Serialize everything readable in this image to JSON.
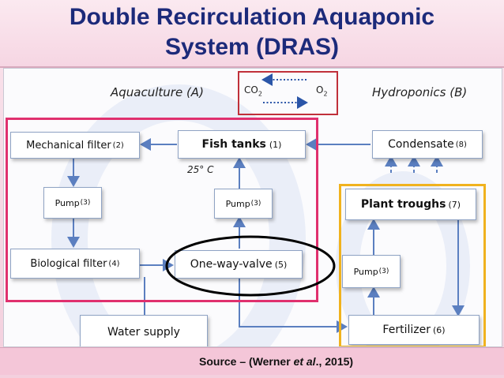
{
  "title": {
    "line1": "Double Recirculation Aquaponic",
    "line2": "System (DRAS)"
  },
  "sections": {
    "aquaculture": "Aquaculture (A)",
    "hydroponics": "Hydroponics (B)"
  },
  "gas_exchange": {
    "left_gas": "CO",
    "left_sub": "2",
    "right_gas": "O",
    "right_sub": "2"
  },
  "temperature": "25° C",
  "nodes": {
    "mechanical_filter": {
      "name": "Mechanical filter",
      "num": "(2)"
    },
    "fish_tanks": {
      "name": "Fish tanks",
      "num": "(1)"
    },
    "condensate": {
      "name": "Condensate",
      "num": "(8)"
    },
    "pump_left": {
      "name": "Pump",
      "num": "(3)"
    },
    "pump_mid": {
      "name": "Pump",
      "num": "(3)"
    },
    "plant_troughs": {
      "name": "Plant troughs",
      "num": "(7)"
    },
    "biological_filter": {
      "name": "Biological filter",
      "num": "(4)"
    },
    "one_way_valve": {
      "name": "One-way-valve",
      "num": "(5)"
    },
    "pump_right": {
      "name": "Pump",
      "num": "(3)"
    },
    "water_supply": {
      "name": "Water supply",
      "num": ""
    },
    "fertilizer": {
      "name": "Fertilizer",
      "num": "(6)"
    }
  },
  "source": {
    "prefix": "Source – (Werner ",
    "etal": "et al",
    "suffix": "., 2015)"
  },
  "colors": {
    "title_text": "#1c2a7a",
    "aquaculture_frame": "#e0306e",
    "hydroponics_frame": "#f0b21e",
    "gas_frame": "#c0303a",
    "arrow": "#5b7fc0",
    "highlight_ellipse": "#000000"
  }
}
